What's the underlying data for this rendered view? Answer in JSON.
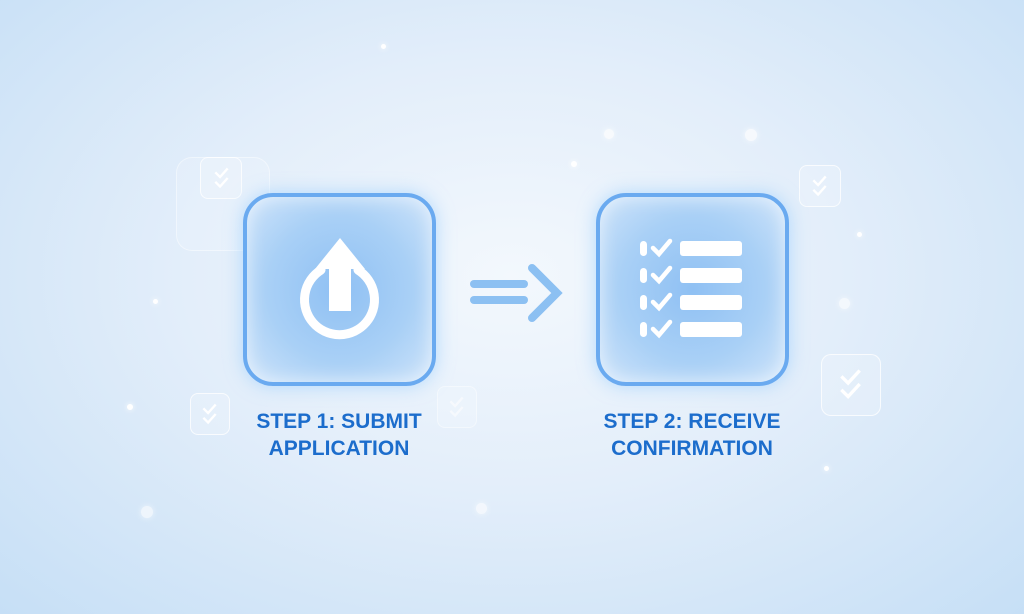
{
  "steps": [
    {
      "label_line1": "STEP 1: SUBMIT",
      "label_line2": "APPLICATION",
      "icon": "upload-power-icon"
    },
    {
      "label_line1": "STEP 2: RECEIVE",
      "label_line2": "CONFIRMATION",
      "icon": "checklist-icon"
    }
  ],
  "colors": {
    "accent": "#1c6dcc",
    "card_border": "#6aaaf0",
    "arrow": "#8cc0f2"
  }
}
